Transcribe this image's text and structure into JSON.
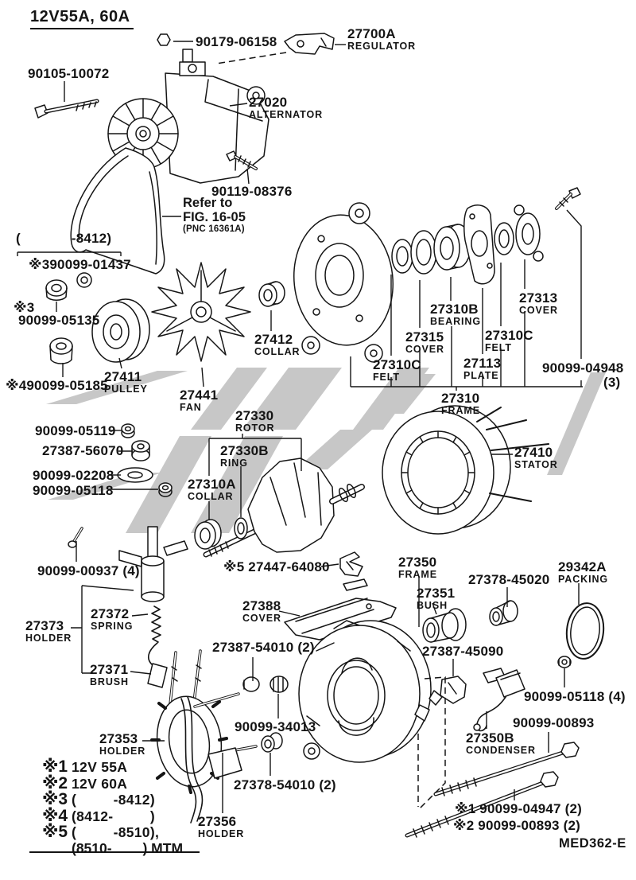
{
  "meta": {
    "title": "12V55A, 60A",
    "drawing_code": "MED362-E"
  },
  "note": {
    "line1": "Refer to",
    "line2": "FIG. 16-05",
    "line3": "(PNC 16361A)"
  },
  "labels": {
    "bolt_90179": {
      "num": "90179-06158"
    },
    "regulator": {
      "num": "27700A",
      "desc": "REGULATOR"
    },
    "bolt_90105": {
      "num": "90105-10072"
    },
    "alternator": {
      "num": "27020",
      "desc": "ALTERNATOR"
    },
    "bolt_90119": {
      "num": "90119-08376"
    },
    "range_8412": {
      "num": "(             -8412)"
    },
    "belt_01437": {
      "num": "※390099-01437"
    },
    "mark3": {
      "num": "※3"
    },
    "nut_05135": {
      "num": "90099-05135"
    },
    "collar_27412": {
      "num": "27412",
      "desc": "COLLAR"
    },
    "pulley_27411": {
      "num": "27411",
      "desc": "PULLEY"
    },
    "nut_05185": {
      "num": "※490099-05185"
    },
    "fan_27441": {
      "num": "27441",
      "desc": "FAN"
    },
    "bearing_27310B": {
      "num": "27310B",
      "desc": "BEARING"
    },
    "cover_27313": {
      "num": "27313",
      "desc": "COVER"
    },
    "cover_27315": {
      "num": "27315",
      "desc": "COVER"
    },
    "felt_27310C_r": {
      "num": "27310C",
      "desc": "FELT"
    },
    "felt_27310C_l": {
      "num": "27310C",
      "desc": "FELT"
    },
    "plate_27113": {
      "num": "27113",
      "desc": "PLATE"
    },
    "bolt_04948": {
      "num": "90099-04948",
      "qty": "(3)"
    },
    "frame_27310": {
      "num": "27310",
      "desc": "FRAME"
    },
    "nut_05119": {
      "num": "90099-05119"
    },
    "insul_56070": {
      "num": "27387-56070"
    },
    "washer_02208": {
      "num": "90099-02208"
    },
    "nut_05118": {
      "num": "90099-05118"
    },
    "rotor_27330": {
      "num": "27330",
      "desc": "ROTOR"
    },
    "ring_27330B": {
      "num": "27330B",
      "desc": "RING"
    },
    "collar_27310A": {
      "num": "27310A",
      "desc": "COLLAR"
    },
    "stator_27410": {
      "num": "27410",
      "desc": "STATOR"
    },
    "screw_00937": {
      "num": "90099-00937 (4)"
    },
    "terminal_27447": {
      "num": "※5 27447-64080"
    },
    "frame_27350": {
      "num": "27350",
      "desc": "FRAME"
    },
    "bush_45020": {
      "num": "27378-45020"
    },
    "packing_29342A": {
      "num": "29342A",
      "desc": "PACKING"
    },
    "bush_27351": {
      "num": "27351",
      "desc": "BUSH"
    },
    "cover_27388": {
      "num": "27388",
      "desc": "COVER"
    },
    "spring_27372": {
      "num": "27372",
      "desc": "SPRING"
    },
    "holder_27373": {
      "num": "27373",
      "desc": "HOLDER"
    },
    "nut_54010": {
      "num": "27387-54010 (2)"
    },
    "rubber_45090": {
      "num": "27387-45090"
    },
    "brush_27371": {
      "num": "27371",
      "desc": "BRUSH"
    },
    "nut_05118_4": {
      "num": "90099-05118 (4)"
    },
    "bolt_00893": {
      "num": "90099-00893"
    },
    "condenser_27350B": {
      "num": "27350B",
      "desc": "CONDENSER"
    },
    "holder_27353": {
      "num": "27353",
      "desc": "HOLDER"
    },
    "plug_34013": {
      "num": "90099-34013"
    },
    "bush_54010": {
      "num": "27378-54010 (2)"
    },
    "holder_27356": {
      "num": "27356",
      "desc": "HOLDER"
    },
    "bolt_04947_2": {
      "num": "※1 90099-04947 (2)"
    },
    "bolt_00893_2": {
      "num": "※2 90099-00893 (2)"
    }
  },
  "legend": {
    "rows": [
      {
        "mark": "※1",
        "text": "12V 55A"
      },
      {
        "mark": "※2",
        "text": "12V 60A"
      },
      {
        "mark": "※3",
        "text": "(         -8412)"
      },
      {
        "mark": "※4",
        "text": "(8412-         )"
      },
      {
        "mark": "※5",
        "text": "(         -8510),"
      }
    ],
    "cont": "(8510-        ) MTM"
  },
  "colors": {
    "ink": "#141414",
    "watermark": "#c7c7c7",
    "paper": "#ffffff"
  }
}
